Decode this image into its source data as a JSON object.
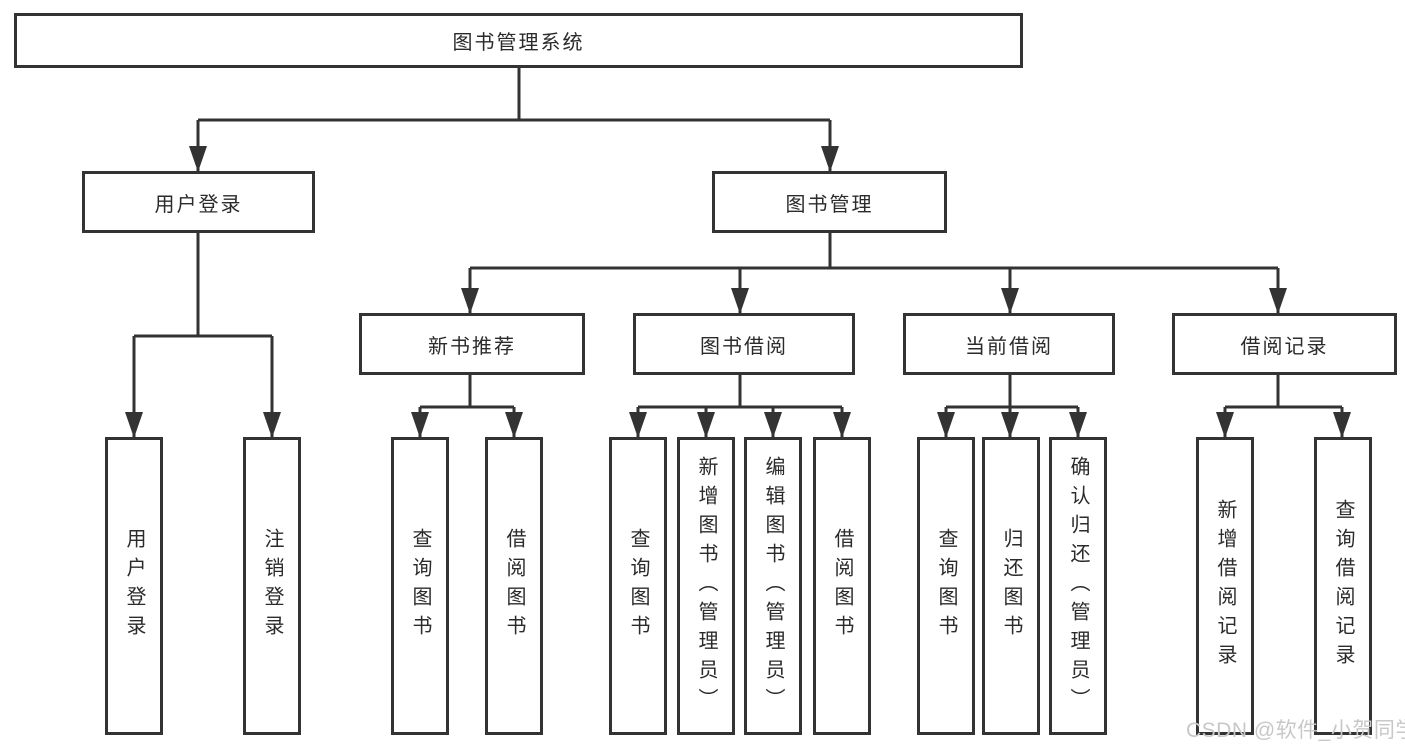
{
  "diagram_type": "hierarchy-tree",
  "tree": {
    "root": {
      "label": "图书管理系统"
    },
    "children": [
      {
        "label": "用户登录",
        "children": [
          {
            "label": "用户登录"
          },
          {
            "label": "注销登录"
          }
        ]
      },
      {
        "label": "图书管理",
        "children": [
          {
            "label": "新书推荐",
            "children": [
              {
                "label": "查询图书"
              },
              {
                "label": "借阅图书"
              }
            ]
          },
          {
            "label": "图书借阅",
            "children": [
              {
                "label": "查询图书"
              },
              {
                "label": "新增图书（管理员）"
              },
              {
                "label": "编辑图书（管理员）"
              },
              {
                "label": "借阅图书"
              }
            ]
          },
          {
            "label": "当前借阅",
            "children": [
              {
                "label": "查询图书"
              },
              {
                "label": "归还图书"
              },
              {
                "label": "确认归还（管理员）"
              }
            ]
          },
          {
            "label": "借阅记录",
            "children": [
              {
                "label": "新增借阅记录"
              },
              {
                "label": "查询借阅记录"
              }
            ]
          }
        ]
      }
    ]
  },
  "watermark": {
    "text": "CSDN @软件_小贺同学"
  },
  "colors": {
    "line": "#333333",
    "box_border": "#333333",
    "box_fill": "#ffffff",
    "text": "#2b2b2b",
    "background": "#ffffff",
    "watermark_text": "#c8c8c8"
  }
}
